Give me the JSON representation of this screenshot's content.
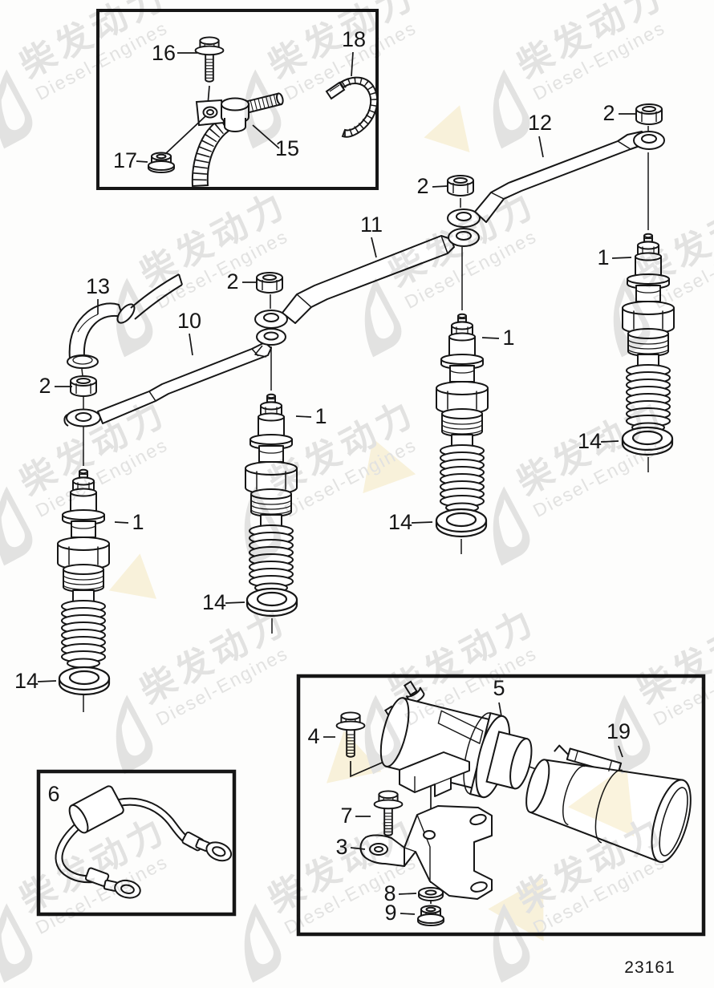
{
  "document": {
    "drawing_number": "23161"
  },
  "watermark": {
    "cn": "柴发动力",
    "en": "Diesel-Engines",
    "logo_icon": "diesel-engines-brand-logo",
    "color": "#e4e4e4",
    "accent_color": "#faf3dd"
  },
  "colors": {
    "line": "#161616",
    "background": "#fdfdfc"
  },
  "callouts": {
    "part1": "1",
    "part2": "2",
    "part3": "3",
    "part4": "4",
    "part5": "5",
    "part6": "6",
    "part7": "7",
    "part8": "8",
    "part9": "9",
    "part10": "10",
    "part11": "11",
    "part12": "12",
    "part13": "13",
    "part14": "14",
    "part15": "15",
    "part16": "16",
    "part17": "17",
    "part18": "18",
    "part19": "19"
  }
}
